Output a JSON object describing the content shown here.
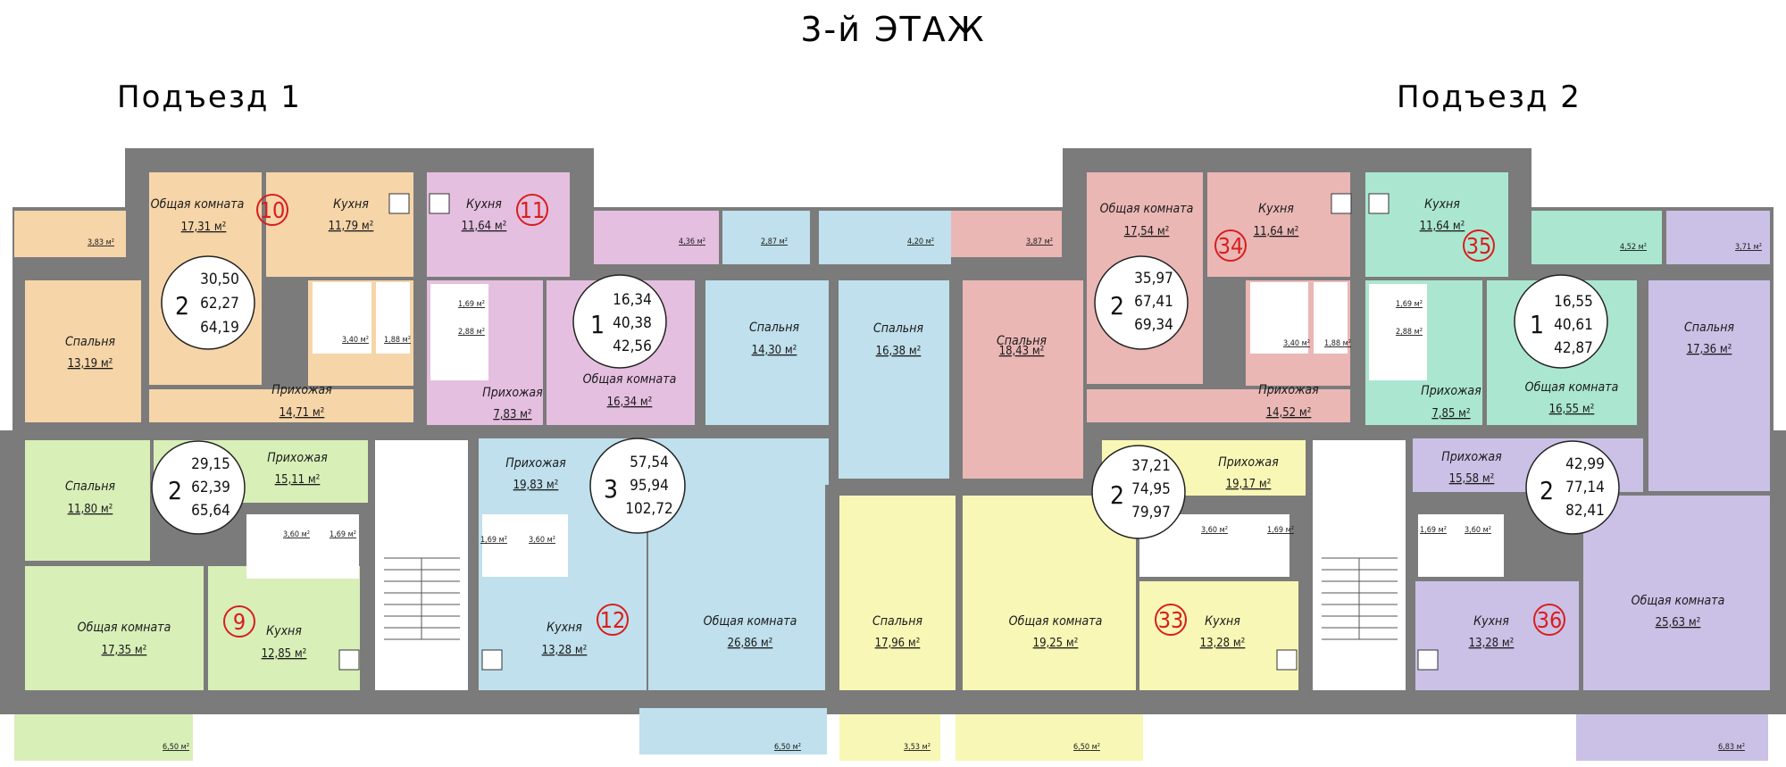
{
  "title": "3-й ЭТАЖ",
  "entrances": [
    "Подъезд 1",
    "Подъезд 2"
  ],
  "colors": {
    "wall": "#7b7b7b",
    "apt10": "#f6d5a9",
    "apt11": "#e5bfe0",
    "apt12": "#bfe0ec",
    "apt9": "#d8efb8",
    "apt33": "#f8f7b6",
    "apt34": "#eab7b5",
    "apt35": "#abe7d0",
    "apt36": "#cbc1e6",
    "number": "#d81e1e"
  },
  "apartments": [
    {
      "no": "10",
      "rooms": "2",
      "areas": [
        "30,50",
        "62,27",
        "64,19"
      ]
    },
    {
      "no": "11",
      "rooms": "1",
      "areas": [
        "16,34",
        "40,38",
        "42,56"
      ]
    },
    {
      "no": "9",
      "rooms": "2",
      "areas": [
        "29,15",
        "62,39",
        "65,64"
      ]
    },
    {
      "no": "12",
      "rooms": "3",
      "areas": [
        "57,54",
        "95,94",
        "102,72"
      ]
    },
    {
      "no": "34",
      "rooms": "2",
      "areas": [
        "35,97",
        "67,41",
        "69,34"
      ]
    },
    {
      "no": "35",
      "rooms": "1",
      "areas": [
        "16,55",
        "40,61",
        "42,87"
      ]
    },
    {
      "no": "33",
      "rooms": "2",
      "areas": [
        "37,21",
        "74,95",
        "79,97"
      ]
    },
    {
      "no": "36",
      "rooms": "2",
      "areas": [
        "42,99",
        "77,14",
        "82,41"
      ]
    }
  ],
  "labels": {
    "a10_bal": "3,83 м²",
    "a10_sp": "Спальня",
    "a10_sp_a": "13,19 м²",
    "a10_ok": "Общая комната",
    "a10_ok_a": "17,31 м²",
    "a10_ku": "Кухня",
    "a10_ku_a": "11,79 м²",
    "a10_pr": "Прихожая",
    "a10_pr_a": "14,71 м²",
    "a10_b1": "3,40 м²",
    "a10_b2": "1,88 м²",
    "a11_ku": "Кухня",
    "a11_ku_a": "11,64 м²",
    "a11_b1": "1,69 м²",
    "a11_b2": "2,88 м²",
    "a11_pr": "Прихожая",
    "a11_pr_a": "7,83 м²",
    "a11_ok": "Общая комната",
    "a11_ok_a": "16,34 м²",
    "a11_bal": "4,36 м²",
    "a12_bal1": "2,87 м²",
    "a12_bal2": "4,20 м²",
    "a12_sp1": "Спальня",
    "a12_sp1_a": "14,30 м²",
    "a12_sp2": "Спальня",
    "a12_sp2_a": "16,38 м²",
    "a12_pr": "Прихожая",
    "a12_pr_a": "19,83 м²",
    "a12_b1": "1,69 м²",
    "a12_b2": "3,60 м²",
    "a12_ku": "Кухня",
    "a12_ku_a": "13,28 м²",
    "a12_ok": "Общая комната",
    "a12_ok_a": "26,86 м²",
    "a12_bal3": "6,50 м²",
    "a9_sp": "Спальня",
    "a9_sp_a": "11,80 м²",
    "a9_pr": "Прихожая",
    "a9_pr_a": "15,11 м²",
    "a9_b1": "3,60 м²",
    "a9_b2": "1,69 м²",
    "a9_ok": "Общая комната",
    "a9_ok_a": "17,35 м²",
    "a9_ku": "Кухня",
    "a9_ku_a": "12,85 м²",
    "a9_bal": "6,50 м²",
    "a34_bal": "3,87 м²",
    "a34_sp": "Спальня",
    "a34_sp_a": "18,43 м²",
    "a34_ok": "Общая комната",
    "a34_ok_a": "17,54 м²",
    "a34_ku": "Кухня",
    "a34_ku_a": "11,64 м²",
    "a34_b1": "3,40 м²",
    "a34_b2": "1,88 м²",
    "a34_pr": "Прихожая",
    "a34_pr_a": "14,52 м²",
    "a35_ku": "Кухня",
    "a35_ku_a": "11,64 м²",
    "a35_b1": "1,69 м²",
    "a35_b2": "2,88 м²",
    "a35_pr": "Прихожая",
    "a35_pr_a": "7,85 м²",
    "a35_ok": "Общая комната",
    "a35_ok_a": "16,55 м²",
    "a35_bal": "4,52 м²",
    "a36_bal1": "3,71 м²",
    "a36_sp": "Спальня",
    "a36_sp_a": "17,36 м²",
    "a36_pr": "Прихожая",
    "a36_pr_a": "15,58 м²",
    "a36_b1": "1,69 м²",
    "a36_b2": "3,60 м²",
    "a36_ku": "Кухня",
    "a36_ku_a": "13,28 м²",
    "a36_ok": "Общая комната",
    "a36_ok_a": "25,63 м²",
    "a36_bal2": "6,83 м²",
    "a33_sp": "Спальня",
    "a33_sp_a": "17,96 м²",
    "a33_ok": "Общая комната",
    "a33_ok_a": "19,25 м²",
    "a33_pr": "Прихожая",
    "a33_pr_a": "19,17 м²",
    "a33_b1": "3,60 м²",
    "a33_b2": "1,69 м²",
    "a33_ku": "Кухня",
    "a33_ku_a": "13,28 м²",
    "a33_bal1": "3,53 м²",
    "a33_bal2": "6,50 м²"
  }
}
